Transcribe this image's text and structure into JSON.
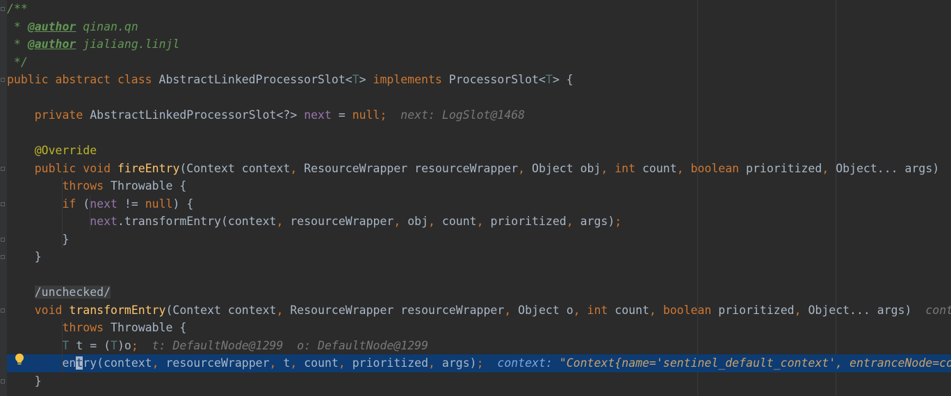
{
  "editor": {
    "lines": [
      [
        {
          "t": "/**",
          "c": "cm"
        }
      ],
      [
        {
          "t": " * ",
          "c": "cm"
        },
        {
          "t": "@author",
          "c": "tag"
        },
        {
          "t": " qinan.qn",
          "c": "cm"
        }
      ],
      [
        {
          "t": " * ",
          "c": "cm"
        },
        {
          "t": "@author",
          "c": "tag"
        },
        {
          "t": " jialiang.linjl",
          "c": "cm"
        }
      ],
      [
        {
          "t": " */",
          "c": "cm"
        }
      ],
      [
        {
          "t": "public abstract class ",
          "c": "kw"
        },
        {
          "t": "AbstractLinkedProcessorSlot<"
        },
        {
          "t": "T",
          "c": "tp"
        },
        {
          "t": "> "
        },
        {
          "t": "implements ",
          "c": "kw"
        },
        {
          "t": "ProcessorSlot<"
        },
        {
          "t": "T",
          "c": "tp"
        },
        {
          "t": "> {"
        }
      ],
      [],
      [
        {
          "t": "    "
        },
        {
          "t": "private ",
          "c": "kw"
        },
        {
          "t": "AbstractLinkedProcessorSlot<?> "
        },
        {
          "t": "next",
          "c": "field"
        },
        {
          "t": " = "
        },
        {
          "t": "null",
          "c": "kw"
        },
        {
          "t": ";",
          "c": "kw"
        },
        {
          "t": "  next: LogSlot@1468",
          "c": "hint"
        }
      ],
      [],
      [
        {
          "t": "    "
        },
        {
          "t": "@Override",
          "c": "ann"
        }
      ],
      [
        {
          "t": "    "
        },
        {
          "t": "public void ",
          "c": "kw"
        },
        {
          "t": "fireEntry",
          "c": "fn"
        },
        {
          "t": "(Context context"
        },
        {
          "t": ", ",
          "c": "kw"
        },
        {
          "t": "ResourceWrapper resourceWrapper"
        },
        {
          "t": ", ",
          "c": "kw"
        },
        {
          "t": "Object obj"
        },
        {
          "t": ", ",
          "c": "kw"
        },
        {
          "t": "int ",
          "c": "kw"
        },
        {
          "t": "count"
        },
        {
          "t": ", ",
          "c": "kw"
        },
        {
          "t": "boolean ",
          "c": "kw"
        },
        {
          "t": "prioritized"
        },
        {
          "t": ", ",
          "c": "kw"
        },
        {
          "t": "Object... args)"
        }
      ],
      [
        {
          "t": "        "
        },
        {
          "t": "throws ",
          "c": "kw"
        },
        {
          "t": "Throwable {"
        }
      ],
      [
        {
          "t": "        "
        },
        {
          "t": "if ",
          "c": "kw"
        },
        {
          "t": "("
        },
        {
          "t": "next",
          "c": "field"
        },
        {
          "t": " != "
        },
        {
          "t": "null",
          "c": "kw"
        },
        {
          "t": ") {"
        }
      ],
      [
        {
          "t": "            "
        },
        {
          "t": "next",
          "c": "field"
        },
        {
          "t": ".transformEntry(context"
        },
        {
          "t": ", ",
          "c": "kw"
        },
        {
          "t": "resourceWrapper"
        },
        {
          "t": ", ",
          "c": "kw"
        },
        {
          "t": "obj"
        },
        {
          "t": ", ",
          "c": "kw"
        },
        {
          "t": "count"
        },
        {
          "t": ", ",
          "c": "kw"
        },
        {
          "t": "prioritized"
        },
        {
          "t": ", ",
          "c": "kw"
        },
        {
          "t": "args)"
        },
        {
          "t": ";",
          "c": "kw"
        }
      ],
      [
        {
          "t": "        }"
        }
      ],
      [
        {
          "t": "    }"
        }
      ],
      [],
      [
        {
          "t": "    "
        },
        {
          "t": "/unchecked/",
          "c": "hl-bg"
        }
      ],
      [
        {
          "t": "    "
        },
        {
          "t": "void ",
          "c": "kw"
        },
        {
          "t": "transformEntry",
          "c": "fn"
        },
        {
          "t": "(Context context"
        },
        {
          "t": ", ",
          "c": "kw"
        },
        {
          "t": "ResourceWrapper resourceWrapper"
        },
        {
          "t": ", ",
          "c": "kw"
        },
        {
          "t": "Object o"
        },
        {
          "t": ", ",
          "c": "kw"
        },
        {
          "t": "int ",
          "c": "kw"
        },
        {
          "t": "count"
        },
        {
          "t": ", ",
          "c": "kw"
        },
        {
          "t": "boolean ",
          "c": "kw"
        },
        {
          "t": "prioritized"
        },
        {
          "t": ", ",
          "c": "kw"
        },
        {
          "t": "Object... args)"
        },
        {
          "t": "  cont",
          "c": "hint"
        }
      ],
      [
        {
          "t": "        "
        },
        {
          "t": "throws ",
          "c": "kw"
        },
        {
          "t": "Throwable {"
        }
      ],
      [
        {
          "t": "        "
        },
        {
          "t": "T",
          "c": "tp"
        },
        {
          "t": " t = ("
        },
        {
          "t": "T",
          "c": "tp"
        },
        {
          "t": ")o"
        },
        {
          "t": ";",
          "c": "kw"
        },
        {
          "t": "  t: DefaultNode@1299  o: DefaultNode@1299",
          "c": "hint"
        }
      ],
      [
        {
          "t": "        en"
        },
        {
          "t": "t",
          "c": "caret"
        },
        {
          "t": "ry(context"
        },
        {
          "t": ", ",
          "c": "kw"
        },
        {
          "t": "resourceWrapper"
        },
        {
          "t": ", ",
          "c": "kw"
        },
        {
          "t": "t"
        },
        {
          "t": ", ",
          "c": "kw"
        },
        {
          "t": "count"
        },
        {
          "t": ", ",
          "c": "kw"
        },
        {
          "t": "prioritized"
        },
        {
          "t": ", ",
          "c": "kw"
        },
        {
          "t": "args)"
        },
        {
          "t": ";",
          "c": "kw"
        },
        {
          "t": "  context: ",
          "c": "hint-exec"
        },
        {
          "t": "\"Context{name='sentinel_default_context', entranceNode=co",
          "c": "str-exec"
        }
      ],
      [
        {
          "t": "    }"
        }
      ]
    ],
    "execution_line": 20,
    "colors": {
      "background": "#2b2b2b",
      "keyword": "#cc7832",
      "field": "#9876aa",
      "method": "#ffc66d",
      "annotation": "#bbb529",
      "comment": "#629755",
      "execution_highlight": "#0d3b72"
    },
    "icons": {
      "intention": "lightbulb-icon",
      "fold": "fold-marker-icon"
    }
  }
}
